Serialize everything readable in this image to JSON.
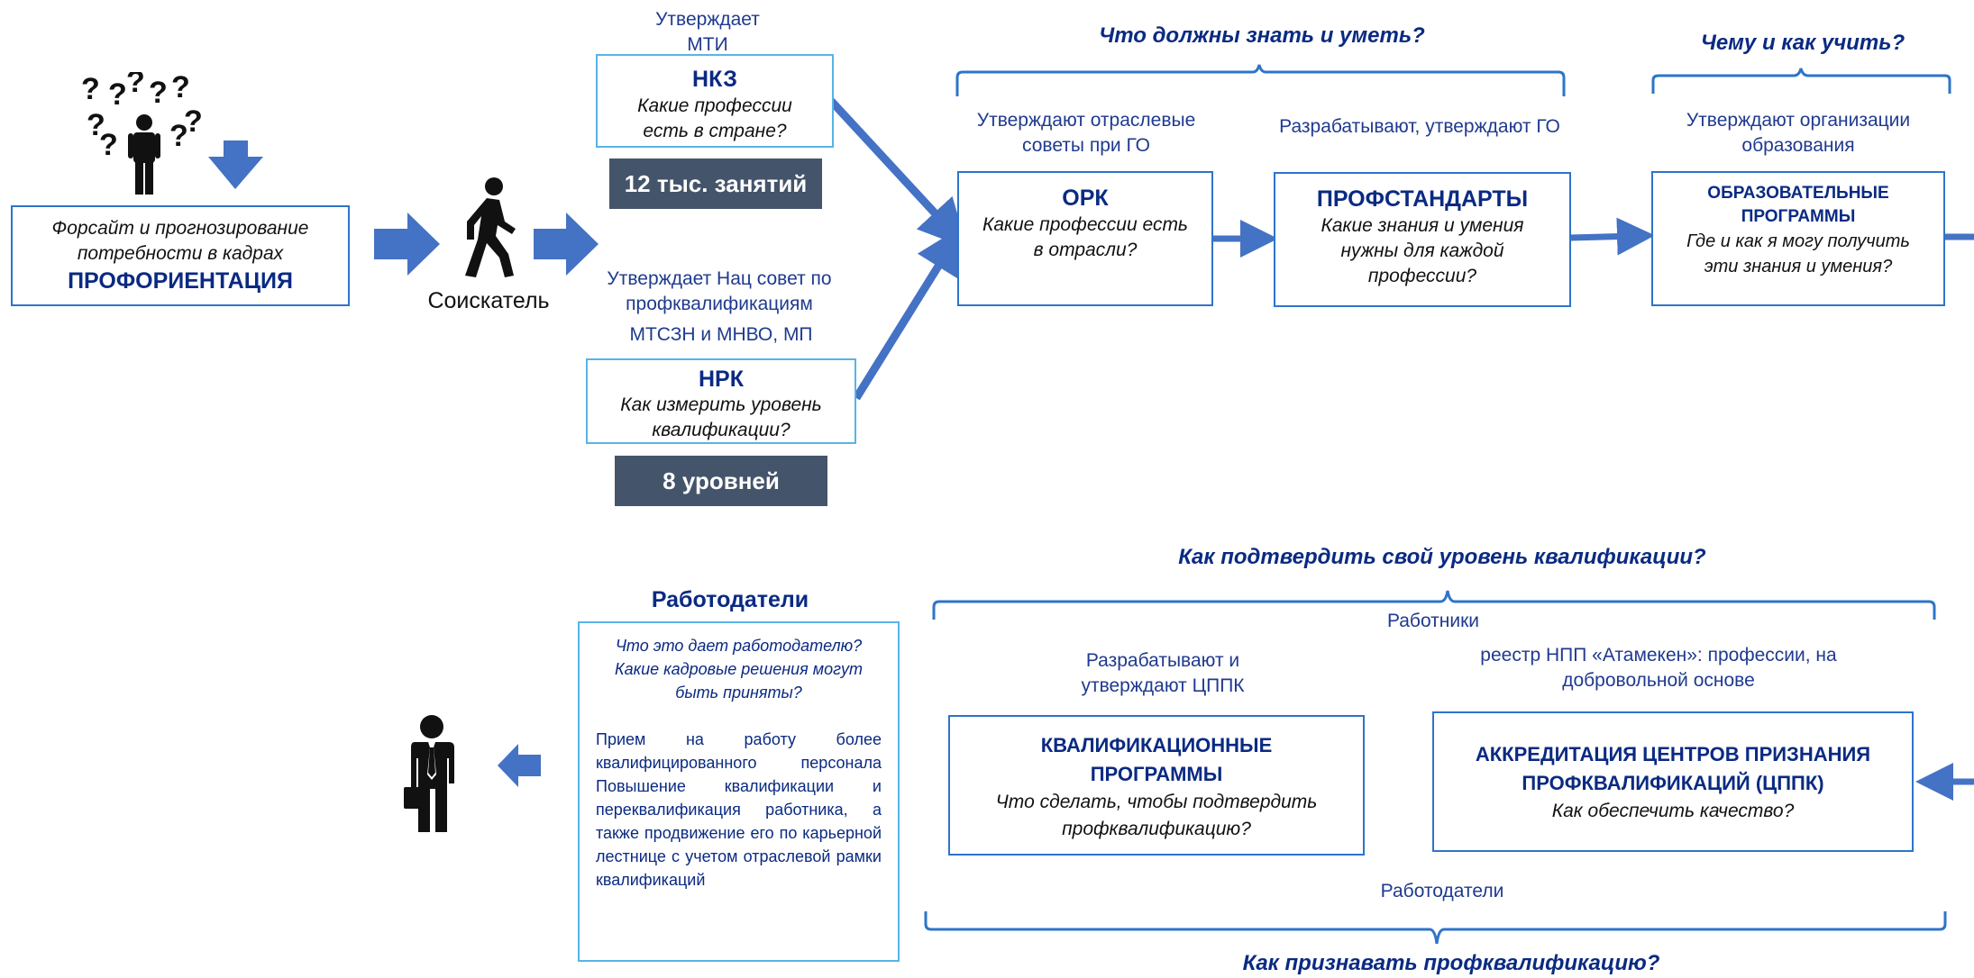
{
  "top_left": {
    "box_line1": "Форсайт и прогнозирование",
    "box_line2": "потребности в кадрах",
    "box_title": "ПРОФОРИЕНТАЦИЯ",
    "seeker_label": "Соискатель"
  },
  "nkz": {
    "approver": "Утверждает\nМТИ",
    "title": "НКЗ",
    "question": "Какие профессии\nесть в стране?",
    "badge": "12 тыс. занятий"
  },
  "nrk": {
    "approver": "Утверждает Нац совет по\nпрофквалификациям",
    "ministries": "МТСЗН и МНВО, МП",
    "title": "НРК",
    "question": "Как измерить уровень\nквалификации?",
    "badge": "8 уровней"
  },
  "top_right": {
    "question_know": "Что должны знать и уметь?",
    "question_learn": "Чему и как учить?",
    "ork_approver": "Утверждают отраслевые\nсоветы при ГО",
    "ps_approver": "Разрабатывают, утверждают ГО",
    "edu_approver": "Утверждают организации\nобразования",
    "ork_title": "ОРК",
    "ork_question": "Какие профессии есть\nв отрасли?",
    "ps_title": "ПРОФСТАНДАРТЫ",
    "ps_question": "Какие знания и умения\nнужны для каждой\nпрофессии?",
    "edu_title": "ОБРАЗОВАТЕЛЬНЫЕ\nПРОГРАММЫ",
    "edu_question": "Где и как я могу получить\nэти знания и умения?"
  },
  "bottom_right": {
    "question_confirm": "Как подтвердить свой уровень квалификации?",
    "workers": "Работники",
    "kp_approver": "Разрабатывают  и\nутверждают ЦППК",
    "acc_approver": "реестр НПП «Атамекен»: профессии, на\nдобровольной основе",
    "kp_title": "КВАЛИФИКАЦИОННЫЕ\nПРОГРАММЫ",
    "kp_question": "Что сделать, чтобы подтвердить\nпрофквалификацию?",
    "acc_title": "АККРЕДИТАЦИЯ ЦЕНТРОВ ПРИЗНАНИЯ\nПРОФКВАЛИФИКАЦИЙ (ЦППК)",
    "acc_question": "Как обеспечить качество?",
    "employers": "Работодатели",
    "question_recognize": "Как признавать профквалификацию?"
  },
  "employers_panel": {
    "title": "Работодатели",
    "question": "Что это дает работодателю?\nКакие кадровые решения могут\nбыть приняты?",
    "body": "Прием на работу более квалифицированного персонала Повышение квалификации и переквалификация работника, а также продвижение его по карьерной лестнице с учетом отраслевой рамки квалификаций"
  },
  "colors": {
    "arrow": "#4472c4",
    "box_border": "#2e74c9",
    "badge": "#44546a",
    "title": "#0a2a82"
  }
}
